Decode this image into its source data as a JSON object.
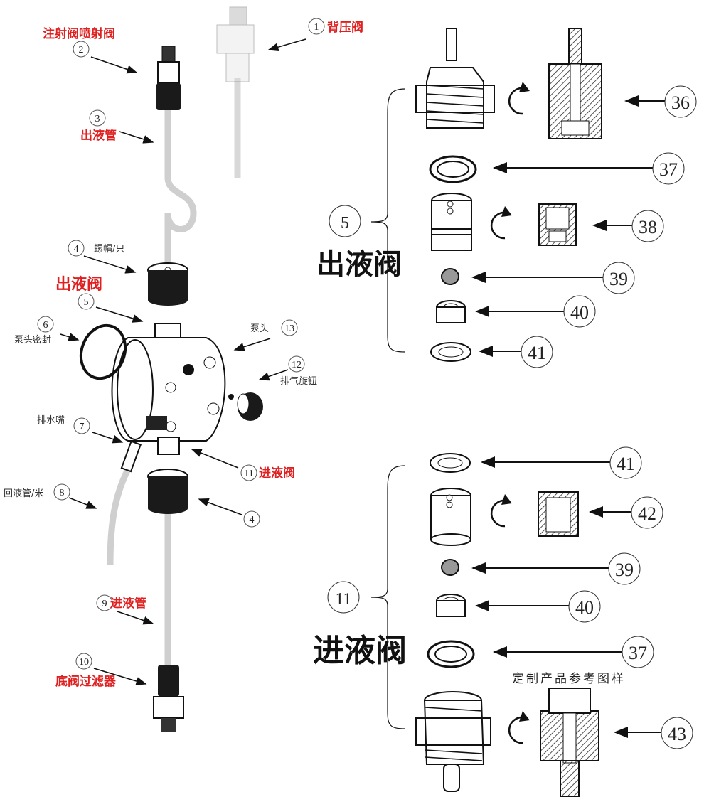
{
  "left": {
    "c1": {
      "num": "1",
      "label": "背压阀"
    },
    "c2": {
      "num": "2",
      "label": "注射阀喷射阀"
    },
    "c3": {
      "num": "3",
      "label": "出液管"
    },
    "c4a": {
      "num": "4",
      "label": "螺帽/只"
    },
    "outvalve": {
      "label": "出液阀"
    },
    "c5": {
      "num": "5"
    },
    "c6": {
      "num": "6",
      "label": "泵头密封"
    },
    "c13": {
      "num": "13",
      "label": "泵头"
    },
    "c12": {
      "num": "12",
      "label": "排气旋钮"
    },
    "c7": {
      "num": "7",
      "label": "排水嘴"
    },
    "c11": {
      "num": "11",
      "label": "进液阀"
    },
    "c8": {
      "num": "8",
      "label": "回液管/米"
    },
    "c4b": {
      "num": "4"
    },
    "c9": {
      "num": "9",
      "label": "进液管"
    },
    "c10": {
      "num": "10",
      "label": "底阀过滤器"
    }
  },
  "right": {
    "top_group_num": "5",
    "top_group_label": "出液阀",
    "top_parts": [
      "36",
      "37",
      "38",
      "39",
      "40",
      "41"
    ],
    "bottom_group_num": "11",
    "bottom_group_label": "进液阀",
    "bottom_parts": [
      "41",
      "42",
      "39",
      "40",
      "37",
      "43"
    ],
    "note": "定制产品参考图样"
  },
  "colors": {
    "red": "#e02020",
    "tube": "#cfcfcf",
    "dark": "#1a1a1a"
  }
}
